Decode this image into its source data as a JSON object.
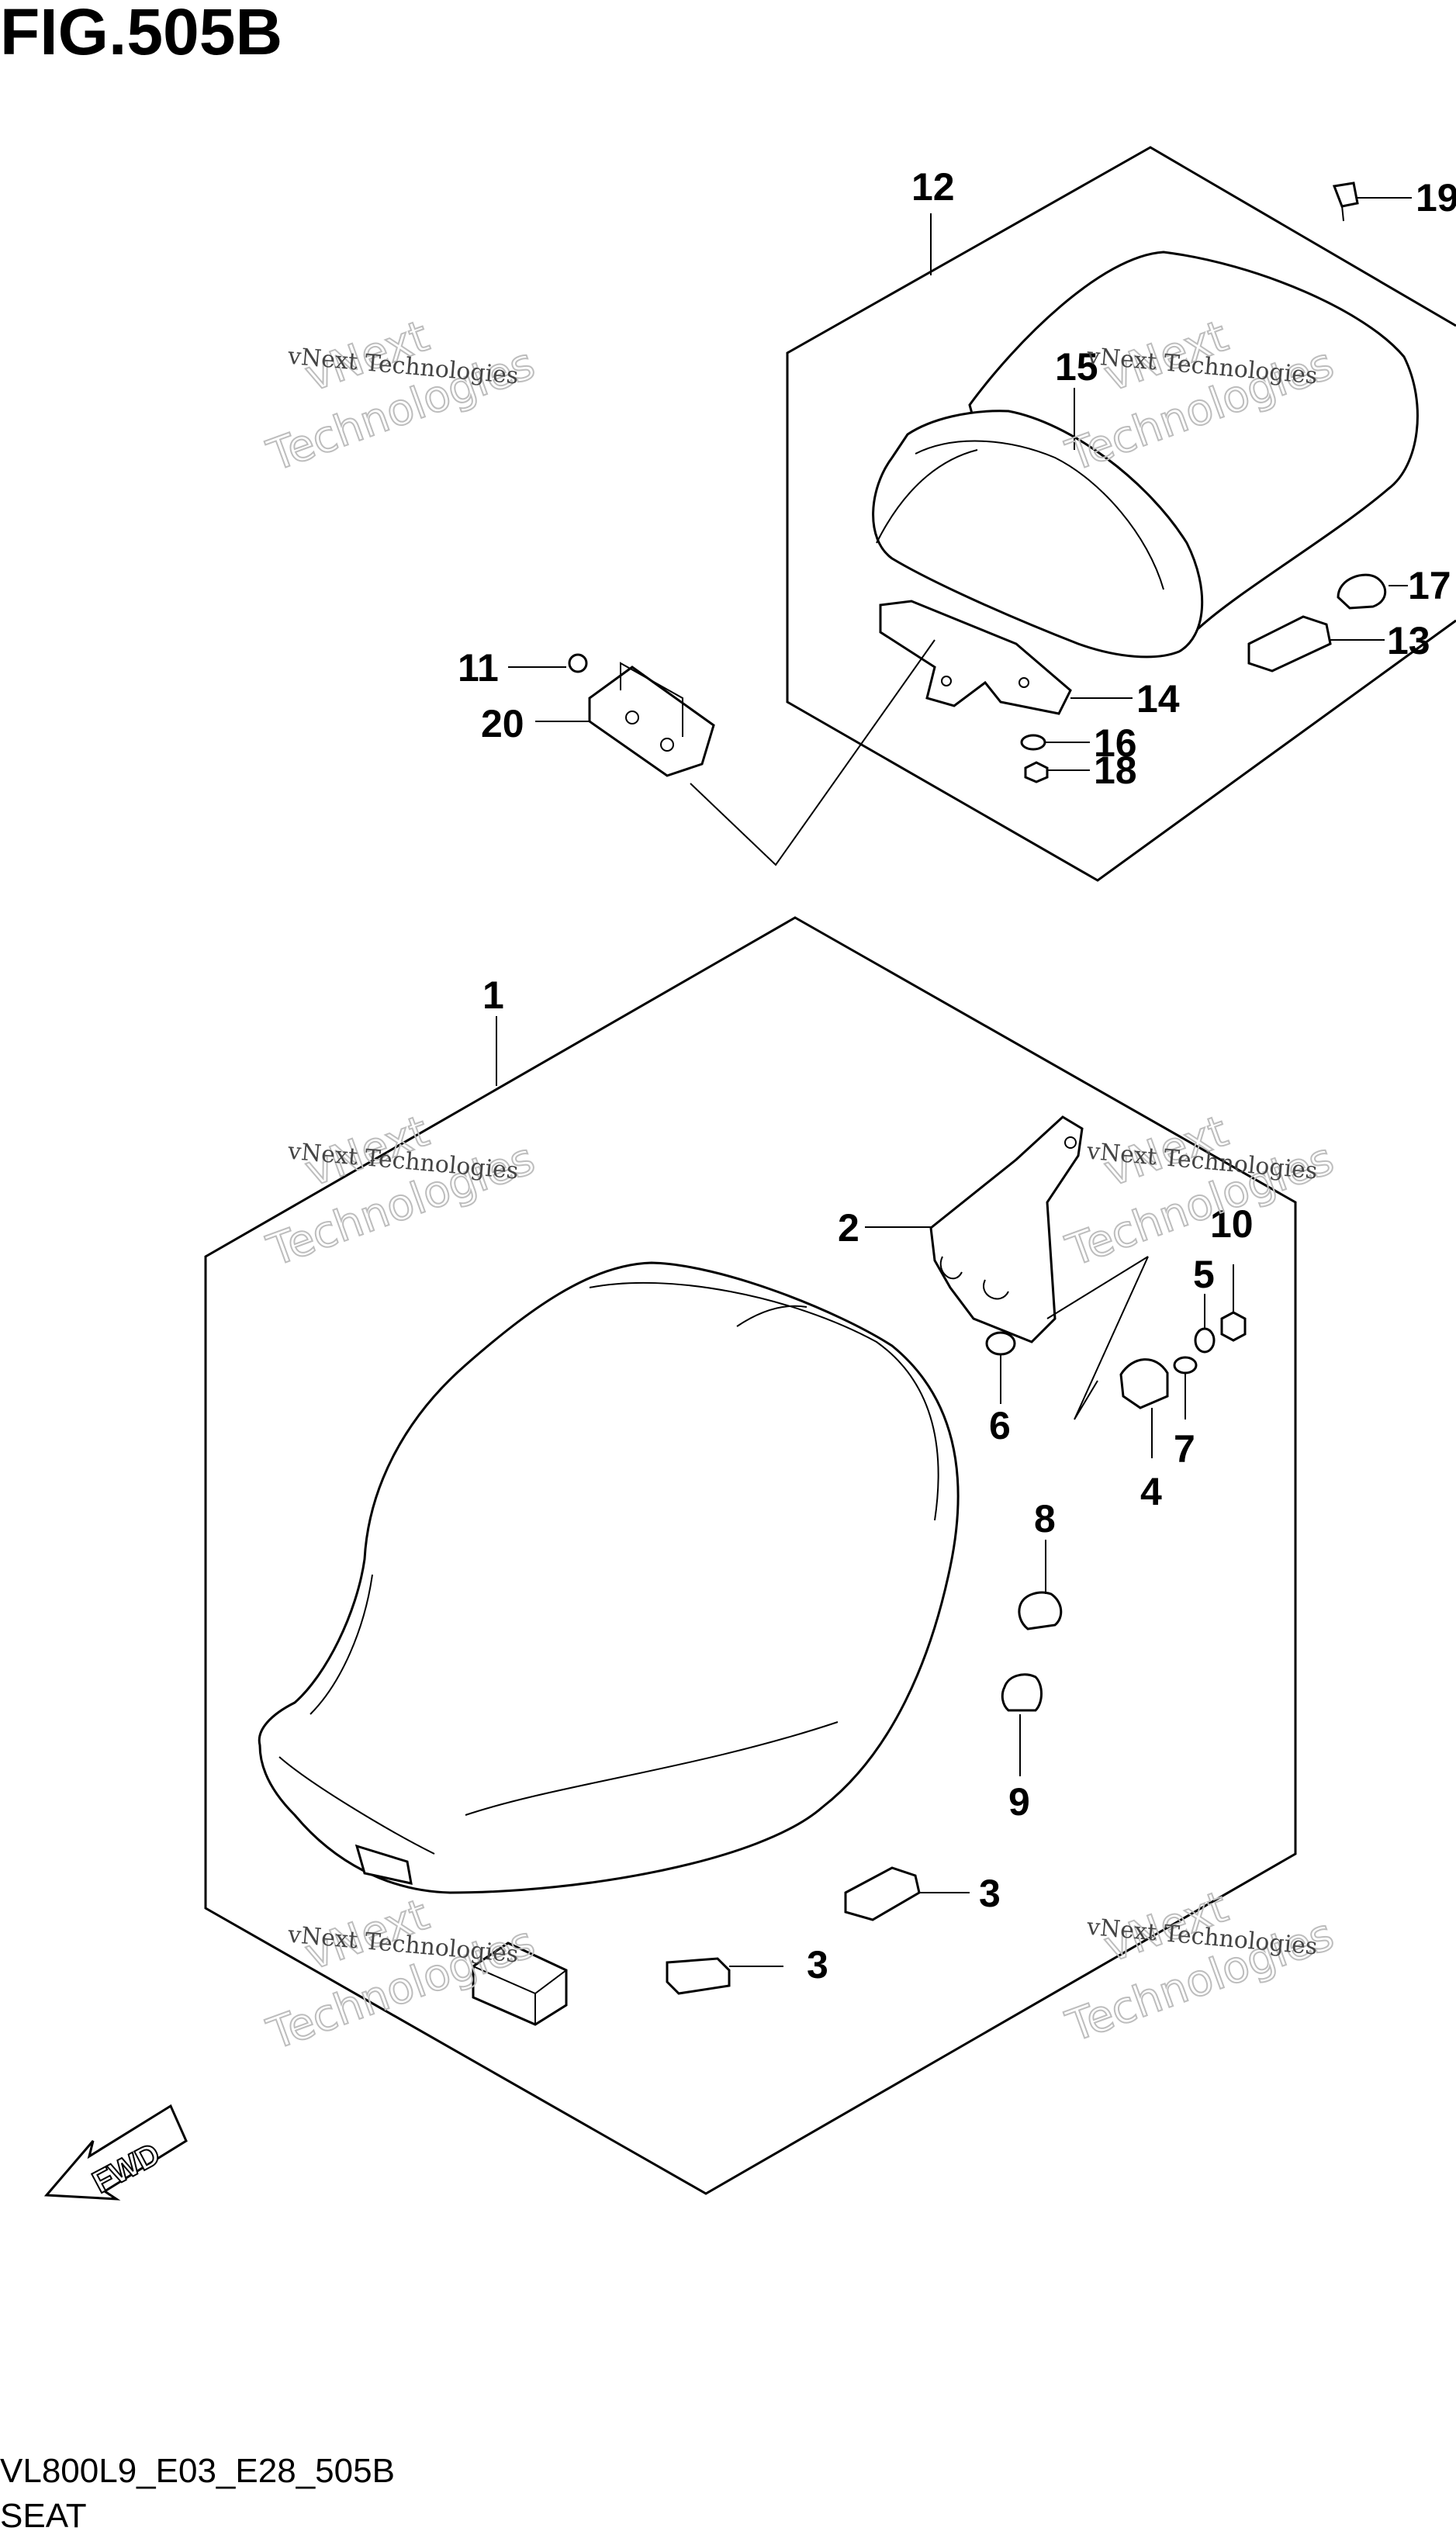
{
  "figure": {
    "title": "FIG.505B",
    "code": "VL800L9_E03_E28_505B",
    "name": "SEAT"
  },
  "watermark": {
    "small": "vNext Technologies",
    "big_line1": "vNext",
    "big_line2": "Technologies"
  },
  "fwd_label": "FWD",
  "callouts": {
    "c1": "1",
    "c2": "2",
    "c3a": "3",
    "c3b": "3",
    "c4": "4",
    "c5": "5",
    "c6": "6",
    "c7": "7",
    "c8": "8",
    "c9": "9",
    "c10": "10",
    "c11": "11",
    "c12": "12",
    "c13": "13",
    "c14": "14",
    "c15": "15",
    "c16": "16",
    "c17": "17",
    "c18": "18",
    "c19": "19",
    "c20": "20"
  }
}
